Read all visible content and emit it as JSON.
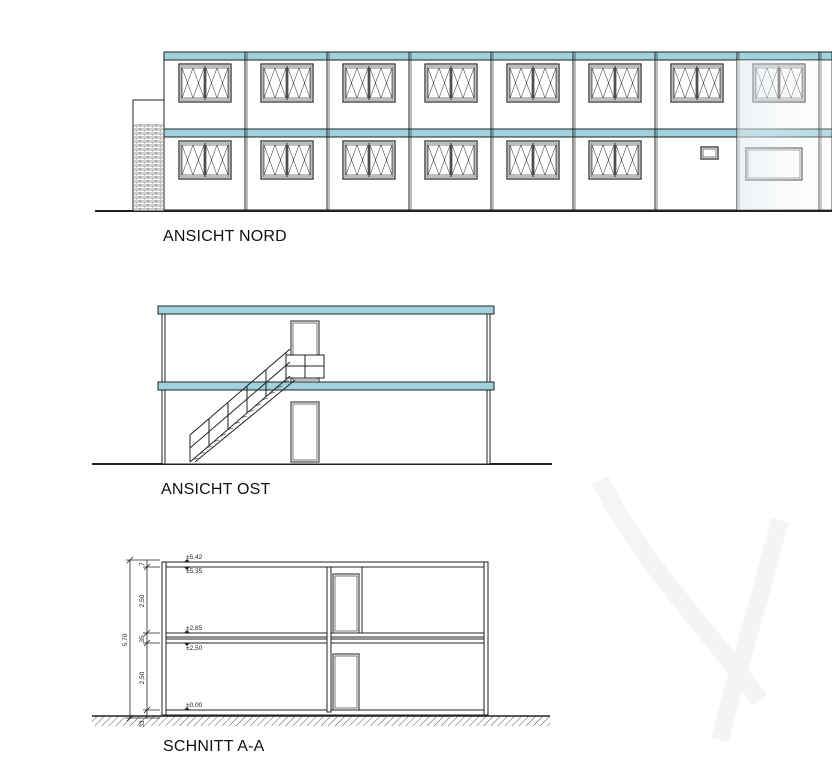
{
  "views": {
    "north": {
      "title": "ANSICHT NORD"
    },
    "east": {
      "title": "ANSICHT OST"
    },
    "section": {
      "title": "SCHNITT A-A",
      "levels": {
        "top": "±5,42",
        "ceiling": "±5,35",
        "floor_upper_top": "±2,85",
        "floor_upper_bottom": "±2,50",
        "ground": "±0,00"
      },
      "dims": {
        "total": "5,70",
        "upper": "2,50",
        "floor_thickness": "35",
        "lower": "2,50",
        "top_slab": "7",
        "base": "33"
      }
    }
  },
  "colors": {
    "roof_band": "#9fd2de",
    "line": "#222222",
    "hatch": "#555555"
  }
}
